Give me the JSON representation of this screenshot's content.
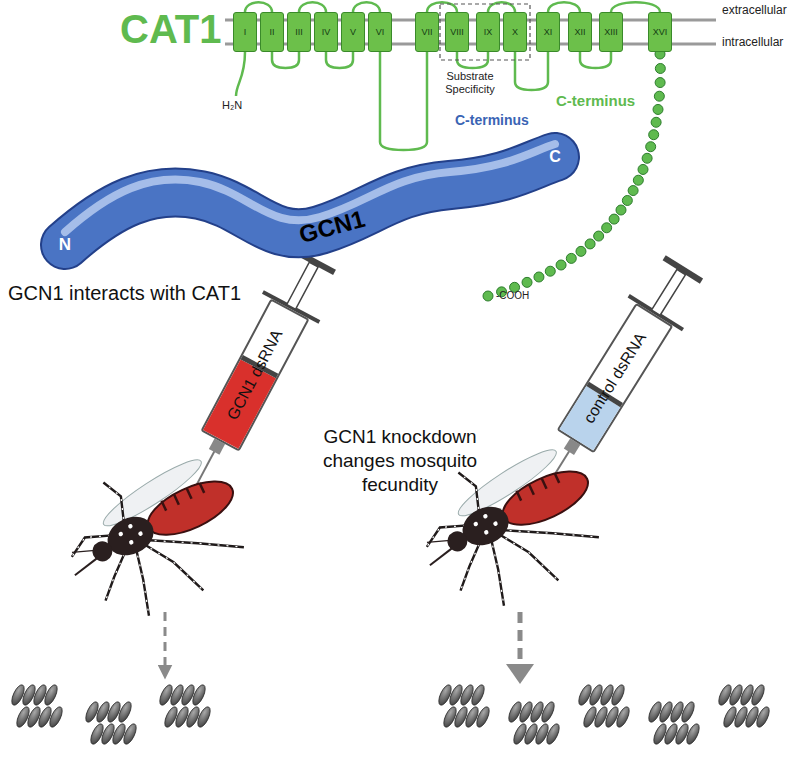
{
  "diagram": {
    "nodes": [
      {
        "text": [
          "I"
        ]
      },
      {
        "text": [
          "II"
        ]
      },
      {
        "text": [
          "III"
        ]
      },
      {
        "text": [
          "IV"
        ]
      },
      {
        "text": [
          "V"
        ]
      },
      {
        "text": [
          "VI"
        ]
      },
      {
        "text": [
          "VII"
        ]
      },
      {
        "text": [
          "VIII"
        ]
      },
      {
        "text": [
          "IX"
        ]
      },
      {
        "text": [
          "X"
        ]
      },
      {
        "text": [
          "XI"
        ]
      },
      {
        "text": [
          "XII"
        ]
      },
      {
        "text": [
          "XIII"
        ]
      },
      {
        "text": [
          "XVI"
        ]
      },
      {
        "text": [
          "GCN1",
          "N",
          "C"
        ]
      },
      {
        "text": [
          "GCN1 dsRNA"
        ]
      },
      {
        "text": [
          "control dsRNA"
        ]
      }
    ],
    "labels": [
      "CAT1",
      "extracellular",
      "intracellular",
      "Substrate Specificity",
      "H₂N",
      "C-terminus",
      "-COOH",
      "C-terminus",
      "GCN1 interacts with CAT1",
      "GCN1 knockdown changes mosquito fecundity"
    ]
  }
}
